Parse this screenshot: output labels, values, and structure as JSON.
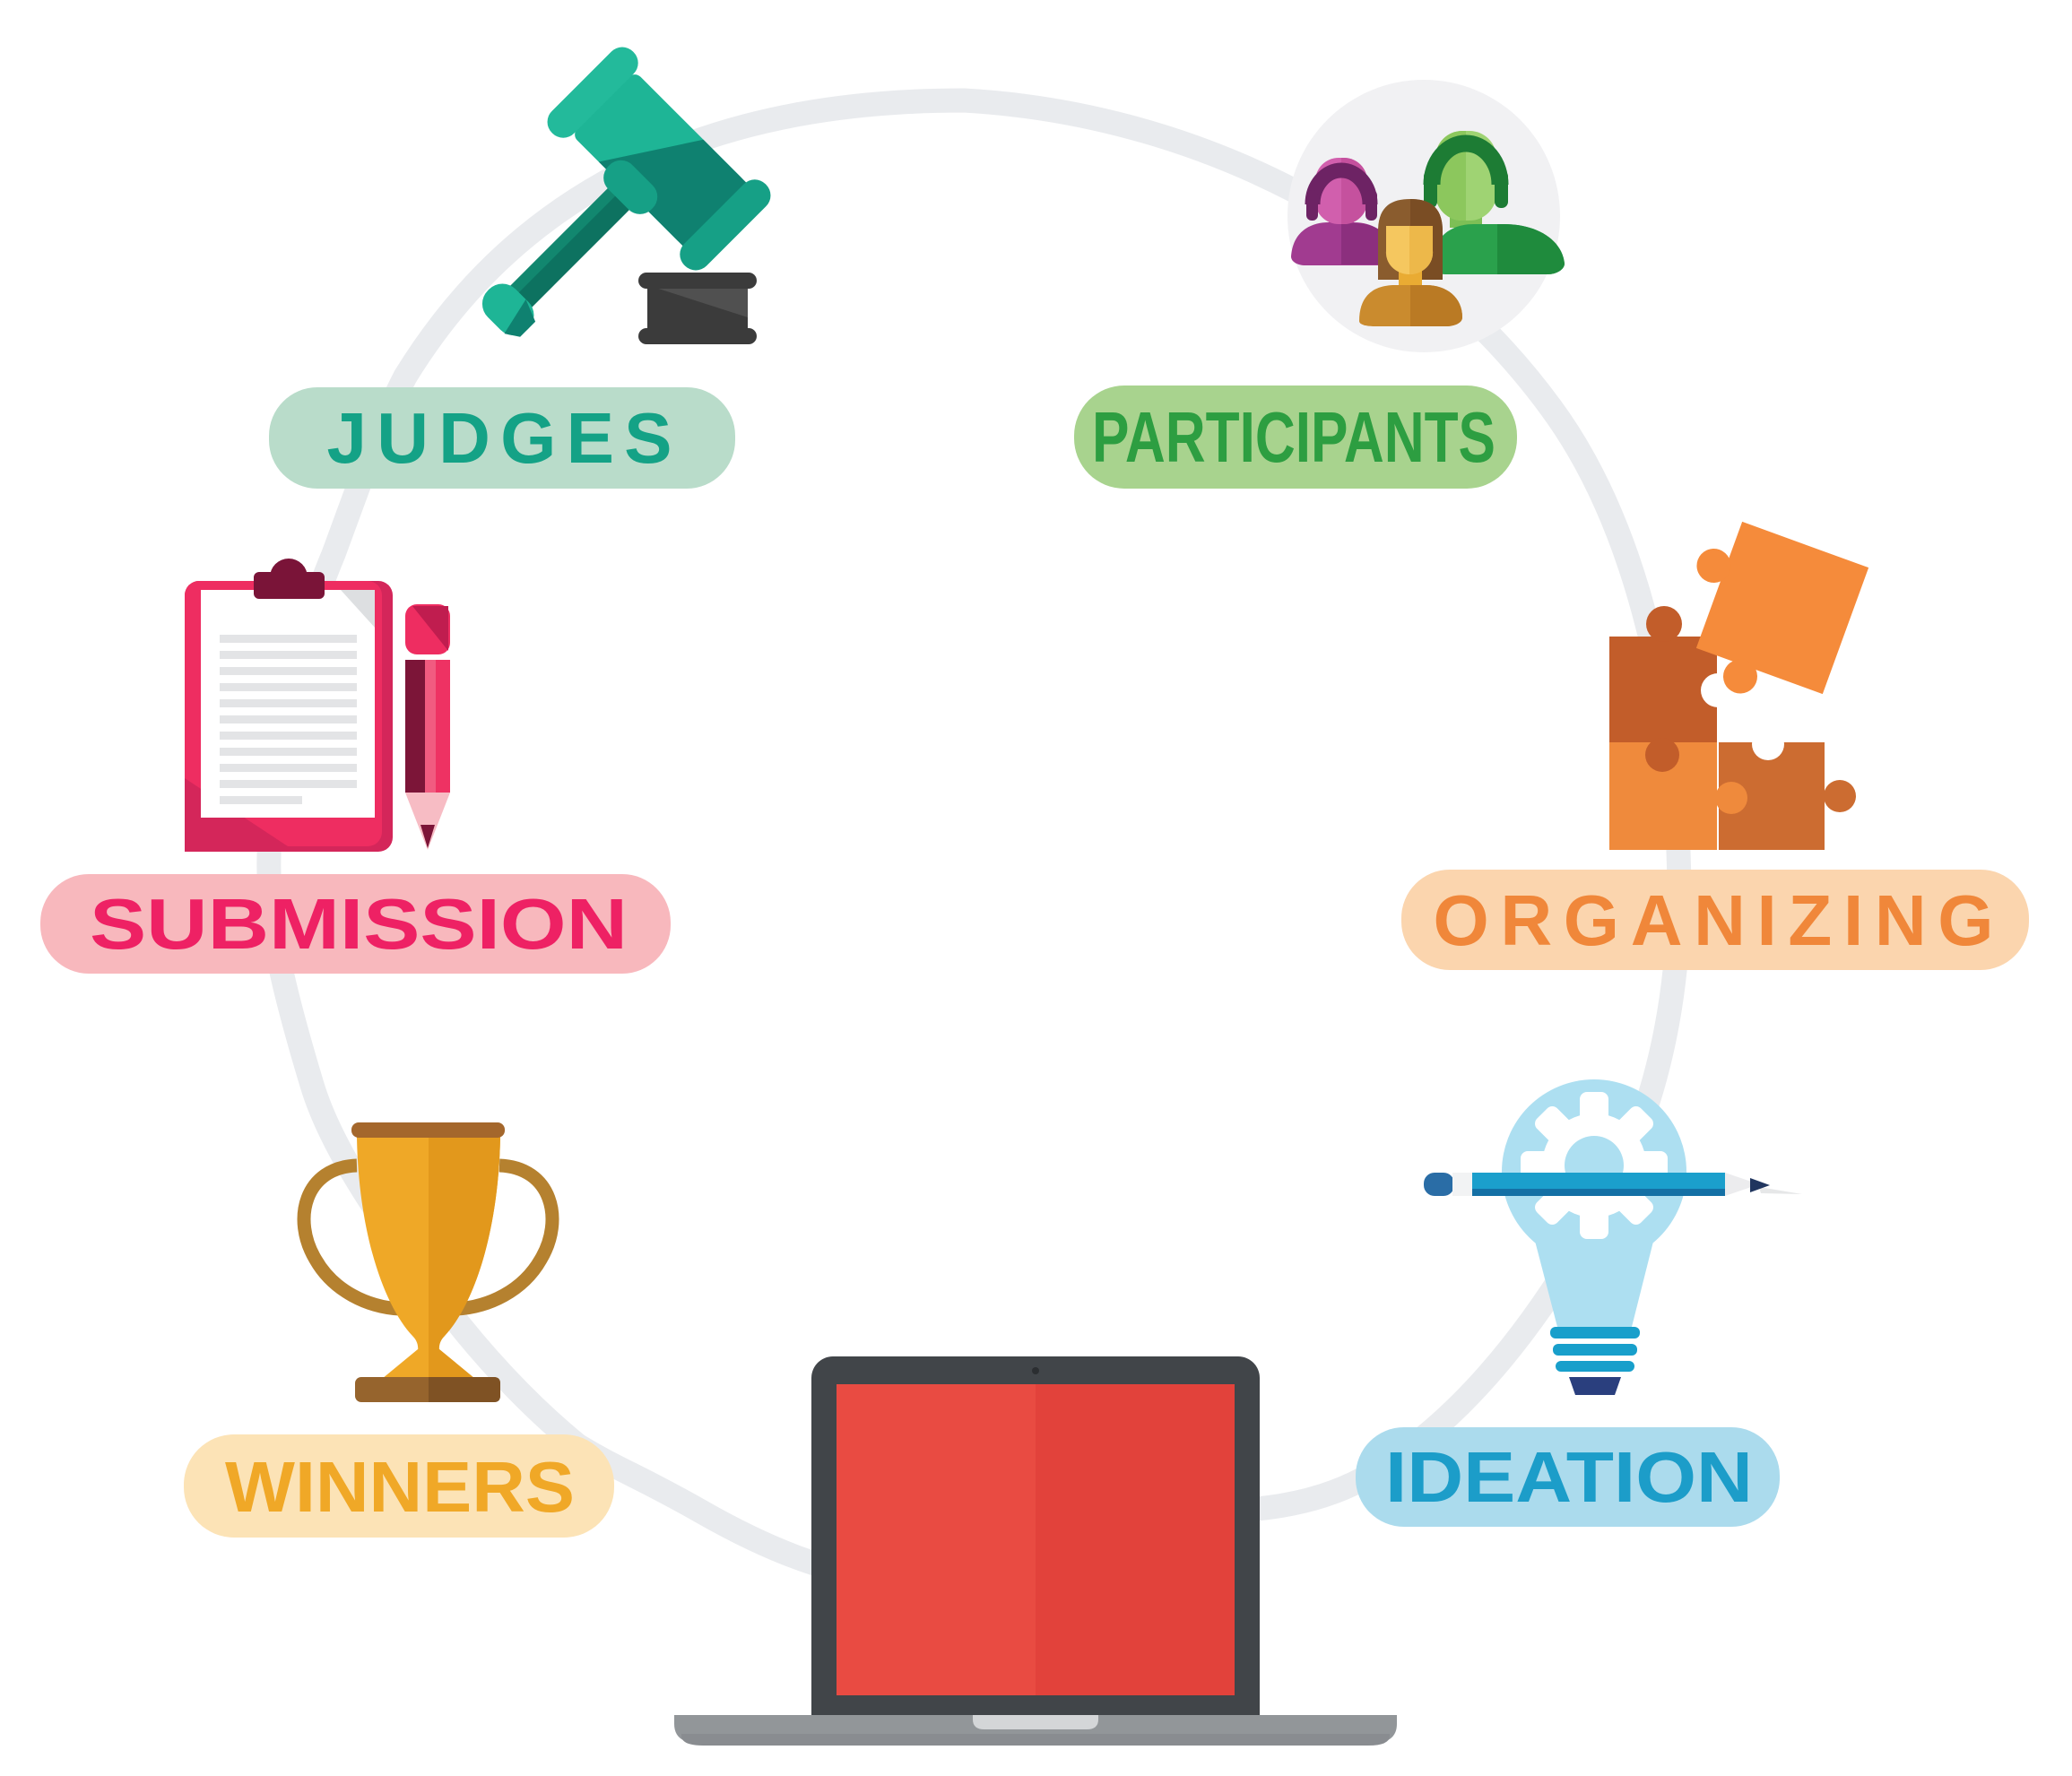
{
  "diagram": {
    "type": "cycle",
    "background": "#ffffff",
    "ring_color": "#e9ebee",
    "stages": [
      {
        "id": "participants",
        "label": "PARTICIPANTS",
        "pill_bg": "#a8d38e",
        "text_color": "#2d9e41",
        "icon": "participants-icon"
      },
      {
        "id": "organizing",
        "label": "ORGANIZING",
        "pill_bg": "#fbd5ae",
        "text_color": "#f0873a",
        "icon": "puzzle-icon"
      },
      {
        "id": "ideation",
        "label": "IDEATION",
        "pill_bg": "#abdbed",
        "text_color": "#1c9dc9",
        "icon": "idea-bulb-icon"
      },
      {
        "id": "winners",
        "label": "WINNERS",
        "pill_bg": "#fce3b6",
        "text_color": "#f0a827",
        "icon": "trophy-icon"
      },
      {
        "id": "submission",
        "label": "SUBMISSION",
        "pill_bg": "#f8b8bd",
        "text_color": "#ee2164",
        "icon": "clipboard-icon"
      },
      {
        "id": "judges",
        "label": "JUDGES",
        "pill_bg": "#b9dcca",
        "text_color": "#14a286",
        "icon": "gavel-icon"
      }
    ],
    "center": {
      "icon": "laptop-icon",
      "screen_left_color": "#e94b42",
      "screen_right_color": "#e2423b",
      "frame_color": "#414549",
      "base_color": "#929699"
    }
  }
}
